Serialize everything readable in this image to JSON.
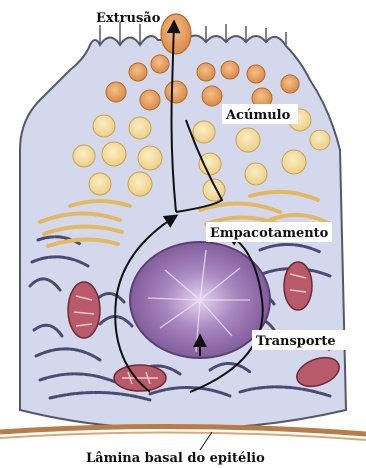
{
  "labels": {
    "extrusion": "Extrusão",
    "accumulation": "Acúmulo",
    "packaging": "Empacotamento",
    "transport": "Transporte",
    "basal_lamina": "Lâmina basal do epitélio"
  },
  "colors": {
    "cytoplasm": "#d3d8ec",
    "cell_outline": "#55586a",
    "nucleus": "#8d6aa6",
    "nucleus_light": "#c9b2d8",
    "granule_dark": "#e09a58",
    "granule_light": "#f0d79a",
    "golgi": "#e2b862",
    "rough_er": "#4b4b72",
    "mitochondria": "#b85a6a",
    "basal_lamina": "#b87d47",
    "arrow": "#111111"
  }
}
